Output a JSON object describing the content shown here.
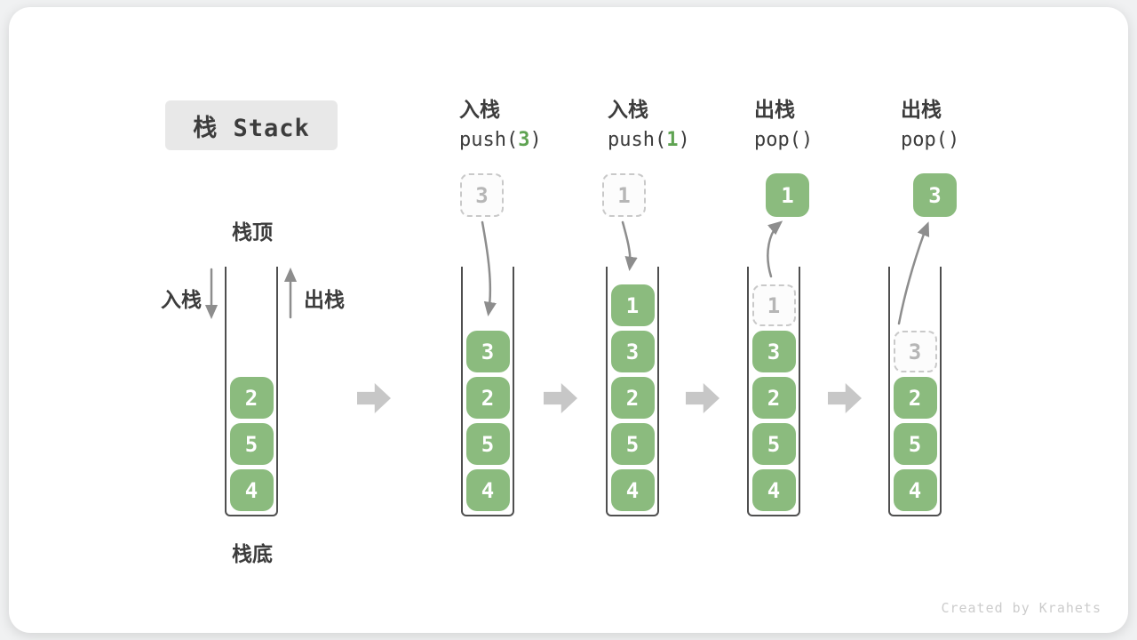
{
  "title": {
    "text": "栈 Stack"
  },
  "legend": {
    "top_label": "栈顶",
    "bottom_label": "栈底",
    "push_label": "入栈",
    "pop_label": "出栈"
  },
  "operations": [
    {
      "label": "入栈",
      "code_prefix": "push(",
      "code_arg": "3",
      "code_suffix": ")"
    },
    {
      "label": "入栈",
      "code_prefix": "push(",
      "code_arg": "1",
      "code_suffix": ")"
    },
    {
      "label": "出栈",
      "code_prefix": "pop(",
      "code_arg": "",
      "code_suffix": ")"
    },
    {
      "label": "出栈",
      "code_prefix": "pop(",
      "code_arg": "",
      "code_suffix": ")"
    }
  ],
  "stacks": [
    {
      "id": "initial",
      "cells": [
        {
          "value": "2",
          "type": "solid"
        },
        {
          "value": "5",
          "type": "solid"
        },
        {
          "value": "4",
          "type": "solid"
        }
      ]
    },
    {
      "id": "after-push3",
      "cells": [
        {
          "value": "3",
          "type": "solid"
        },
        {
          "value": "2",
          "type": "solid"
        },
        {
          "value": "5",
          "type": "solid"
        },
        {
          "value": "4",
          "type": "solid"
        }
      ]
    },
    {
      "id": "after-push1",
      "cells": [
        {
          "value": "1",
          "type": "solid"
        },
        {
          "value": "3",
          "type": "solid"
        },
        {
          "value": "2",
          "type": "solid"
        },
        {
          "value": "5",
          "type": "solid"
        },
        {
          "value": "4",
          "type": "solid"
        }
      ]
    },
    {
      "id": "after-pop1",
      "cells": [
        {
          "value": "1",
          "type": "ghost"
        },
        {
          "value": "3",
          "type": "solid"
        },
        {
          "value": "2",
          "type": "solid"
        },
        {
          "value": "5",
          "type": "solid"
        },
        {
          "value": "4",
          "type": "solid"
        }
      ]
    },
    {
      "id": "after-pop2",
      "cells": [
        {
          "value": "3",
          "type": "ghost"
        },
        {
          "value": "2",
          "type": "solid"
        },
        {
          "value": "5",
          "type": "solid"
        },
        {
          "value": "4",
          "type": "solid"
        }
      ]
    }
  ],
  "floating_boxes": [
    {
      "value": "3",
      "role": "incoming-element"
    },
    {
      "value": "1",
      "role": "incoming-element"
    },
    {
      "value": "1",
      "role": "popped-element"
    },
    {
      "value": "3",
      "role": "popped-element"
    }
  ],
  "watermark": "Created by Krahets",
  "colors": {
    "green": "#8bbb7e",
    "green_dark": "#5fa352",
    "arrow": "#8d8d8d",
    "block_arrow": "#c7c7c7",
    "ghost_border": "#c9c9c9",
    "ghost_text": "#b6b6b6",
    "container_border": "#4f4f4f",
    "title_bg": "#e8e8e8",
    "ink": "#3c3c3c",
    "watermark": "#cccccc",
    "card_bg": "#ffffff",
    "page_bg": "#f0f1f2"
  }
}
